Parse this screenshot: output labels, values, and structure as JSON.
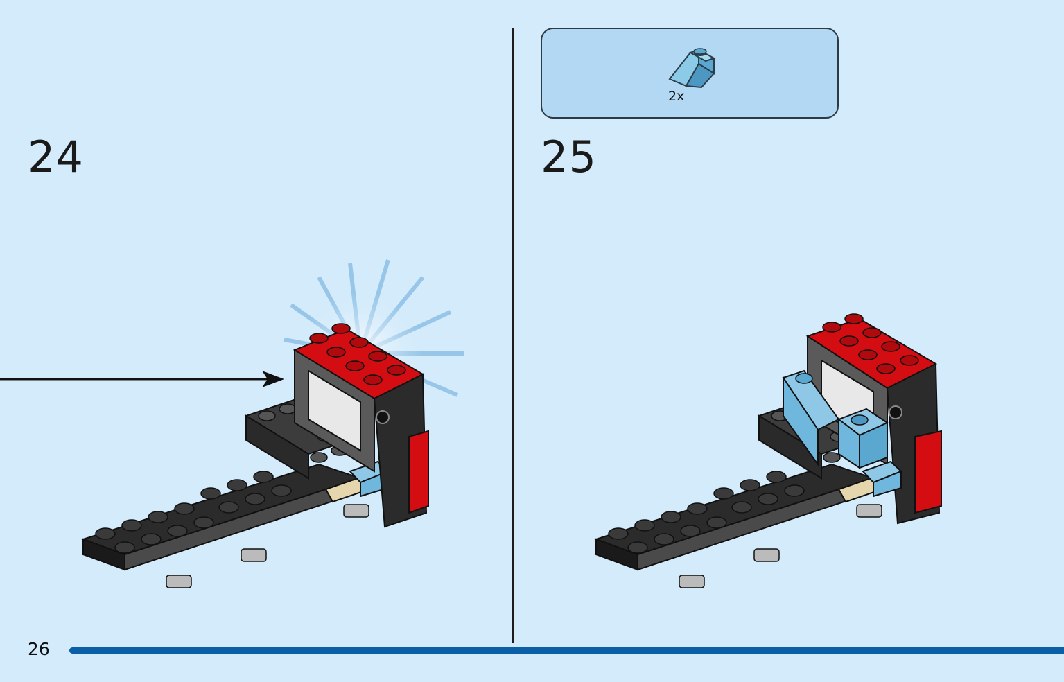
{
  "steps": [
    {
      "number": "24"
    },
    {
      "number": "25"
    }
  ],
  "parts_list": {
    "quantity": "2x",
    "part_icon": "light-blue-slope-brick-icon"
  },
  "page": {
    "number": "26"
  },
  "colors": {
    "background": "#d4ebfb",
    "parts_box": "#b3d8f4",
    "progress_bar": "#0a5fa6",
    "brick_red": "#d40d12",
    "brick_black": "#2b2b2b",
    "brick_light_blue": "#6fb7dc",
    "brick_tan": "#e6d6ad"
  }
}
